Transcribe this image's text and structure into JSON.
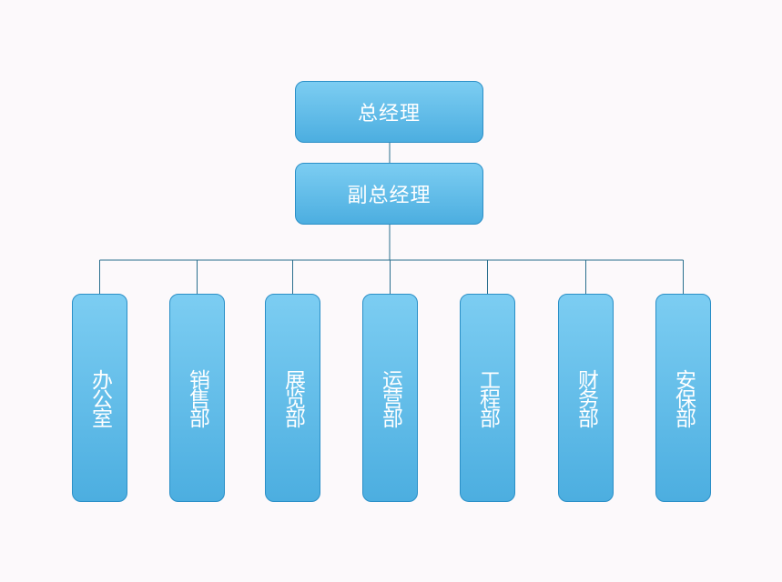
{
  "org_chart": {
    "top": {
      "label": "总经理"
    },
    "second": {
      "label": "副总经理"
    },
    "departments": [
      {
        "label": "办公室"
      },
      {
        "label": "销售部"
      },
      {
        "label": "展览部"
      },
      {
        "label": "运营部"
      },
      {
        "label": "工程部"
      },
      {
        "label": "财务部"
      },
      {
        "label": "安保部"
      }
    ]
  },
  "colors": {
    "box_top": "#7ccdf2",
    "box_bottom": "#4caee0",
    "box_border": "#2a8fc7",
    "connector": "#2a6f8e",
    "background": "#fcf9fb",
    "text": "#ffffff"
  }
}
